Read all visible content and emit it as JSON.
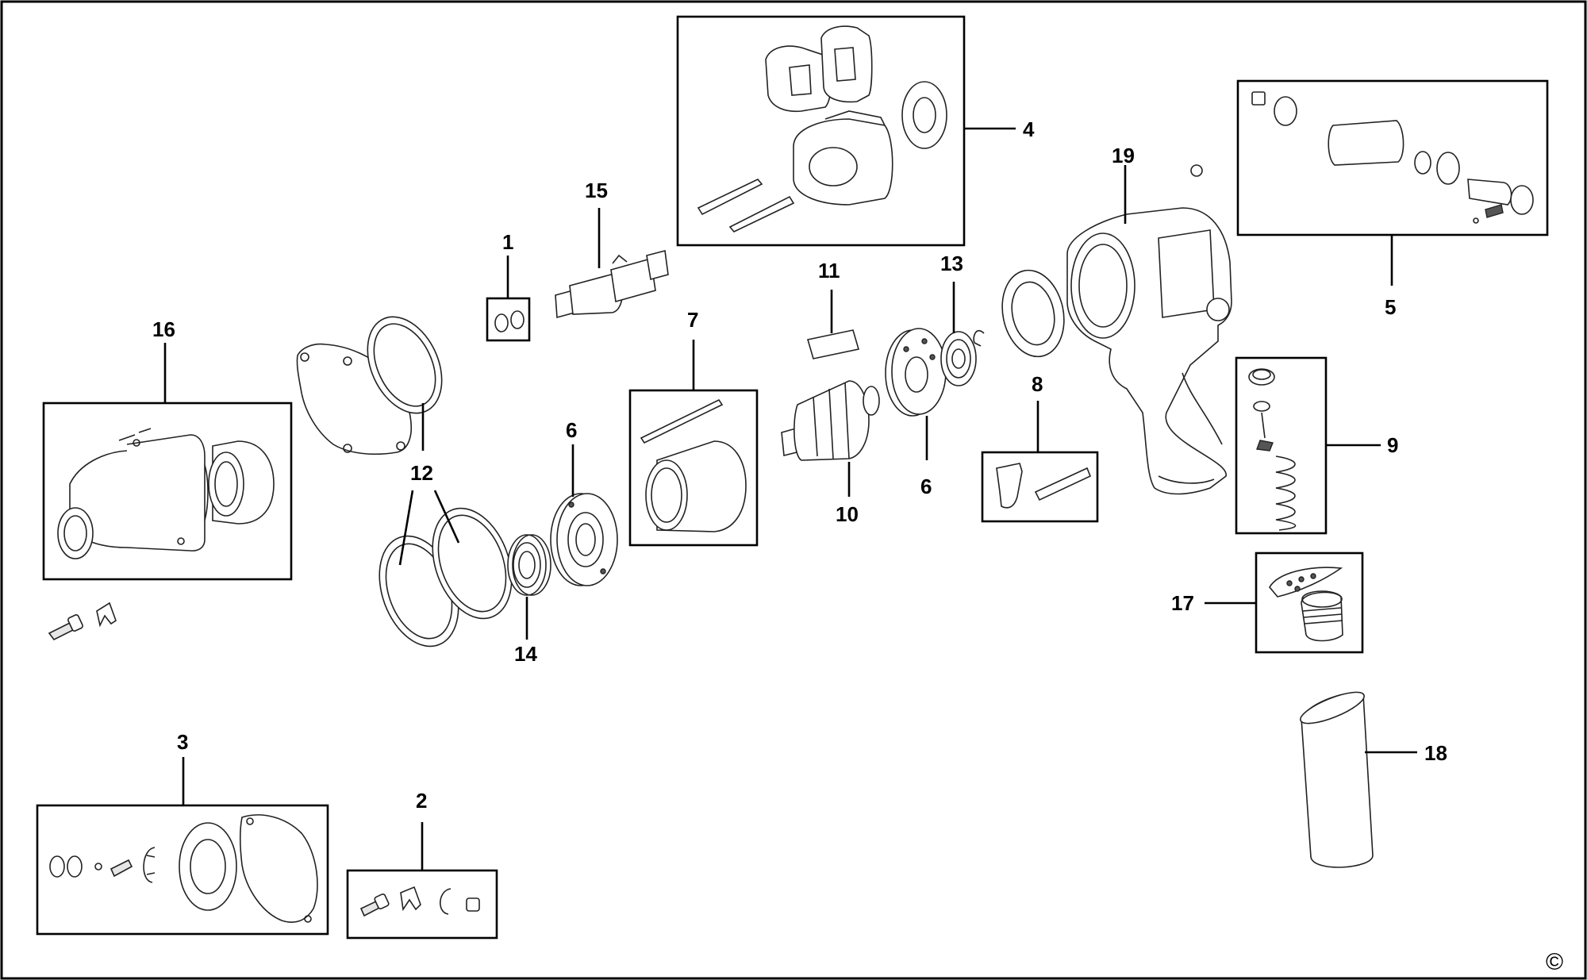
{
  "diagram": {
    "labels": {
      "l1": "1",
      "l2": "2",
      "l3": "3",
      "l4": "4",
      "l5": "5",
      "l6a": "6",
      "l6b": "6",
      "l7": "7",
      "l8": "8",
      "l9": "9",
      "l10": "10",
      "l11": "11",
      "l12": "12",
      "l13": "13",
      "l14": "14",
      "l15": "15",
      "l16": "16",
      "l17": "17",
      "l18": "18",
      "l19": "19"
    },
    "copyright": "©"
  }
}
